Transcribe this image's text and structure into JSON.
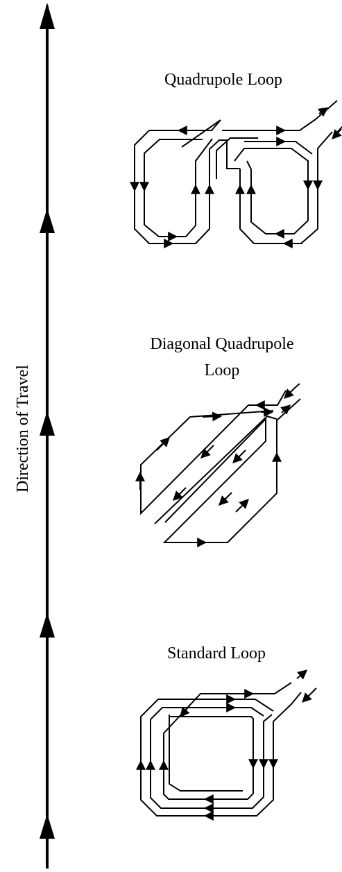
{
  "axis": {
    "label": "Direction of Travel"
  },
  "loops": {
    "quadrupole": {
      "title": "Quadrupole Loop"
    },
    "diagonal": {
      "title_line1": "Diagonal Quadrupole",
      "title_line2": "Loop"
    },
    "standard": {
      "title": "Standard Loop"
    }
  },
  "colors": {
    "ink": "#000000",
    "background": "#ffffff"
  }
}
